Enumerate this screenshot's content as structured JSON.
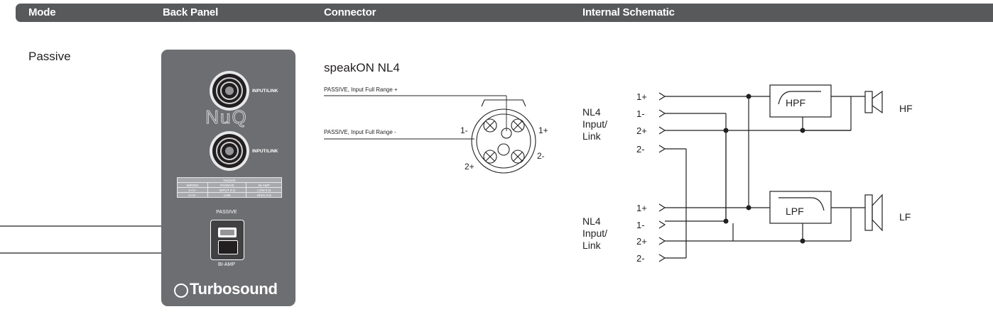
{
  "header": {
    "mode": "Mode",
    "back_panel": "Back Panel",
    "connector": "Connector",
    "internal_schematic": "Internal Schematic"
  },
  "mode": {
    "value": "Passive"
  },
  "back_panel": {
    "jack_label_top": "INPUT/LINK",
    "jack_label_bottom": "INPUT/LINK",
    "logo_text": "NuQ",
    "wiring_table": {
      "title": "NuQ102",
      "headers": [
        "WIRING",
        "PASSIVE",
        "BI-AMP"
      ],
      "rows": [
        [
          "1+/1−",
          "INPUT 8 Ω",
          "LOW 8 Ω"
        ],
        [
          "2+/2−",
          "LINK",
          "HIGH 8 Ω"
        ]
      ]
    },
    "switch_top_label": "PASSIVE",
    "switch_bottom_label": "BI-AMP",
    "brand": "Turbosound"
  },
  "connector": {
    "title": "speakON NL4",
    "line_plus": "PASSIVE, Input Full Range +",
    "line_minus": "PASSIVE, Input Full Range -",
    "pins": {
      "p1minus": "1-",
      "p1plus": "1+",
      "p2plus": "2+",
      "p2minus": "2-"
    }
  },
  "schematic": {
    "top_group_label": [
      "NL4",
      "Input/",
      "Link"
    ],
    "bottom_group_label": [
      "NL4",
      "Input/",
      "Link"
    ],
    "pins": [
      "1+",
      "1-",
      "2+",
      "2-"
    ],
    "hpf_label": "HPF",
    "lpf_label": "LPF",
    "hf_label": "HF",
    "lf_label": "LF"
  }
}
